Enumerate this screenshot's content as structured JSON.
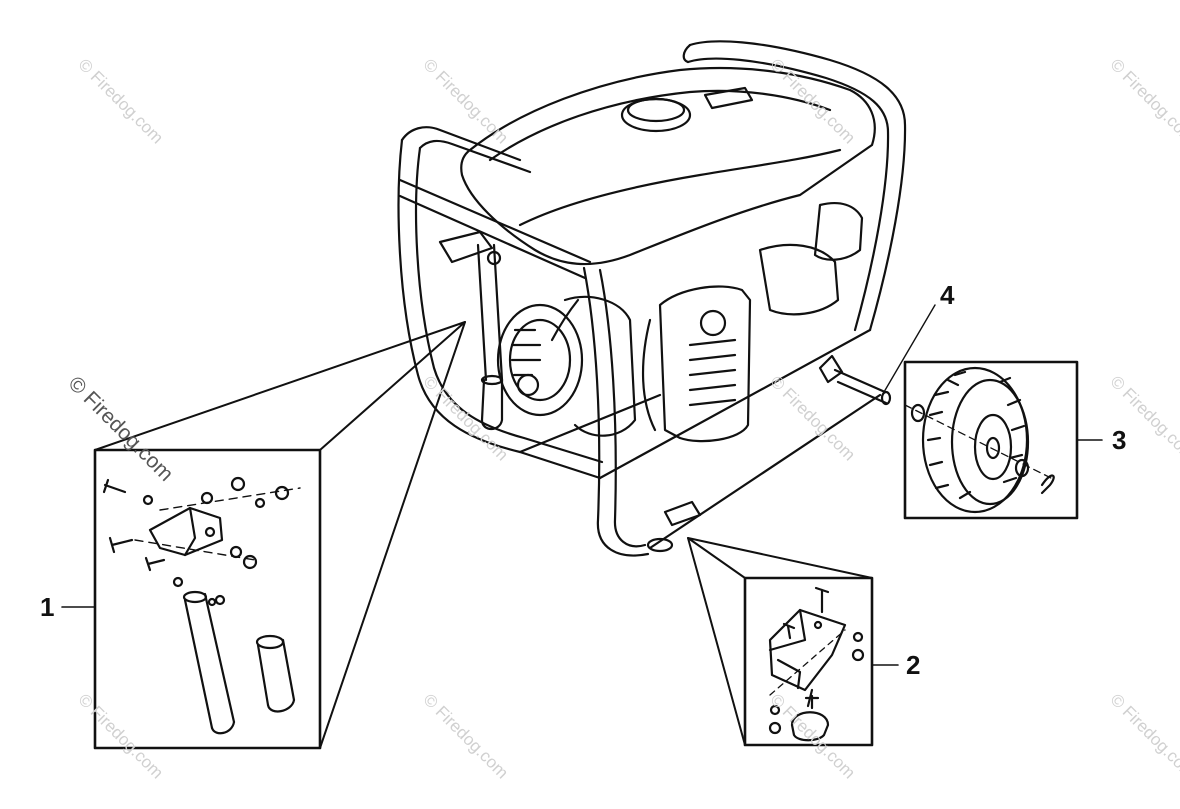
{
  "watermark": "© Firedog.com",
  "callouts": {
    "c1": "1",
    "c2": "2",
    "c3": "3",
    "c4": "4"
  }
}
